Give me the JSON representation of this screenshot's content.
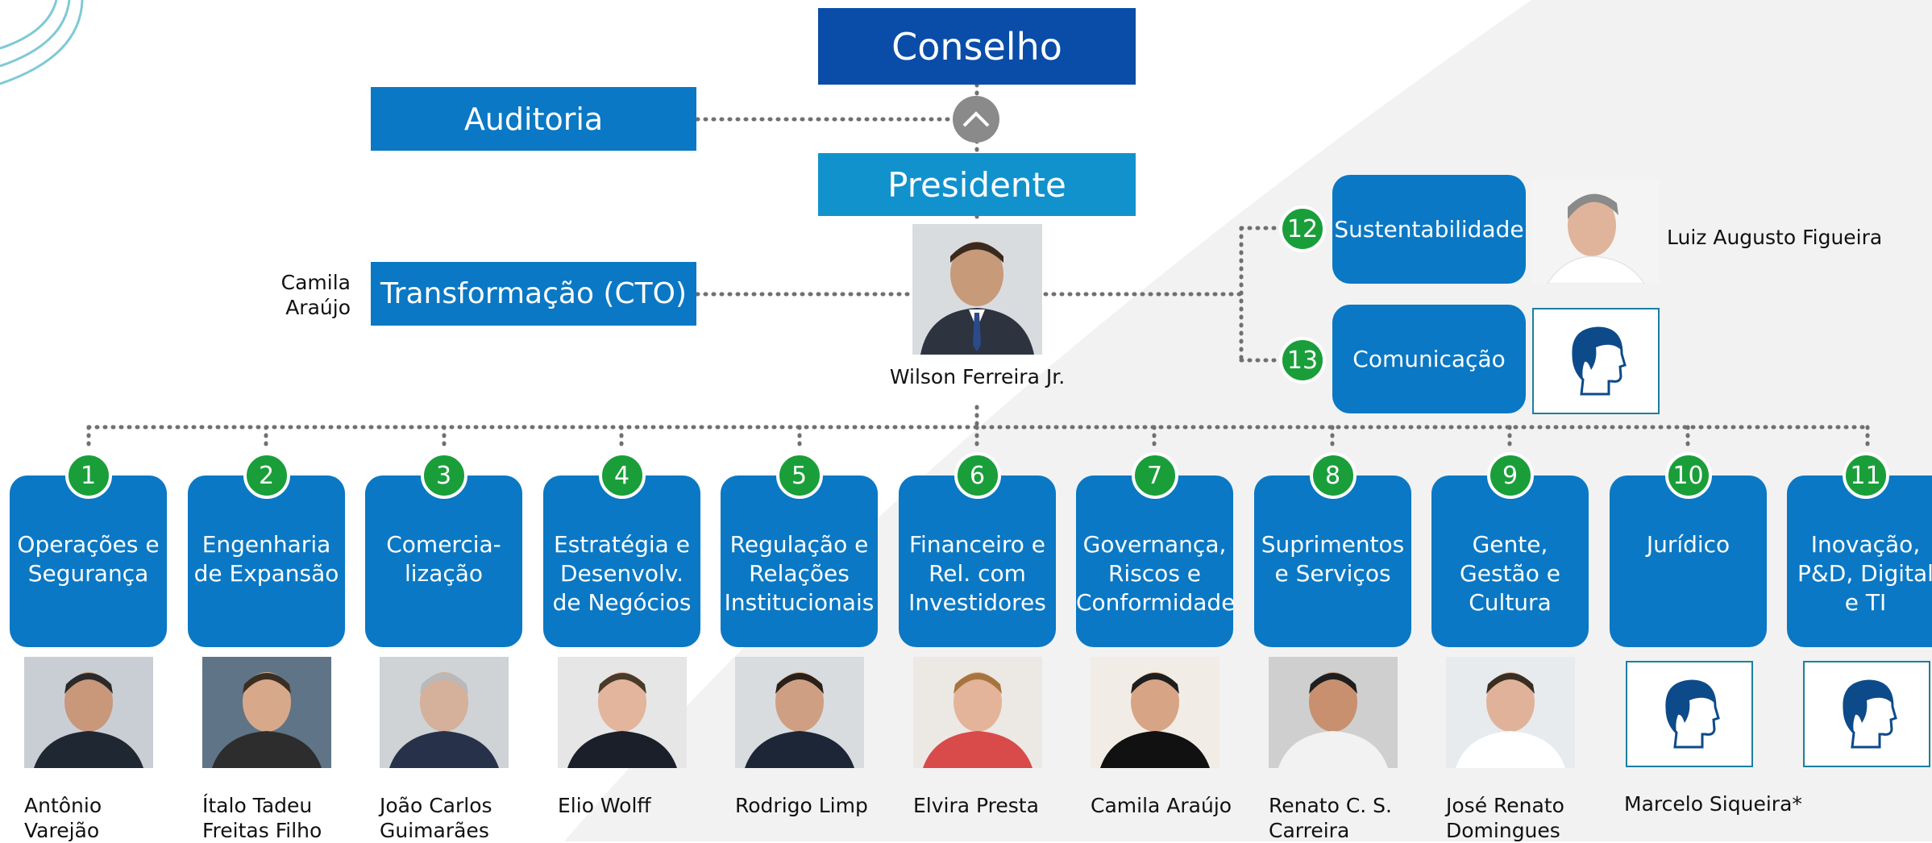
{
  "colors": {
    "conselho": "#0a4da8",
    "primary_box": "#0a78c4",
    "presidente": "#1192cd",
    "number_badge": "#1a9e3a",
    "connector": "#707070"
  },
  "top": {
    "conselho": "Conselho",
    "auditoria": "Auditoria",
    "presidente": "Presidente",
    "transformacao": "Transformação (CTO)",
    "transformacao_person": "Camila\nAraújo",
    "president_name": "Wilson Ferreira Jr."
  },
  "side": [
    {
      "number": "12",
      "label": "Sustentabilidade",
      "person": "Luiz Augusto Figueira"
    },
    {
      "number": "13",
      "label": "Comunicação",
      "person": ""
    }
  ],
  "directorates": [
    {
      "number": "1",
      "label": "Operações e\nSegurança",
      "person": "Antônio\nVarejão"
    },
    {
      "number": "2",
      "label": "Engenharia\nde Expansão",
      "person": "Ítalo Tadeu\nFreitas Filho"
    },
    {
      "number": "3",
      "label": "Comercia-\nlização",
      "person": "João Carlos\nGuimarães"
    },
    {
      "number": "4",
      "label": "Estratégia e\nDesenvolv.\nde Negócios",
      "person": "Elio Wolff"
    },
    {
      "number": "5",
      "label": "Regulação e\nRelações\nInstitucionais",
      "person": "Rodrigo Limp"
    },
    {
      "number": "6",
      "label": "Financeiro e\nRel. com\nInvestidores",
      "person": "Elvira Presta"
    },
    {
      "number": "7",
      "label": "Governança,\nRiscos e\nConformidade",
      "person": "Camila Araújo"
    },
    {
      "number": "8",
      "label": "Suprimentos\ne Serviços",
      "person": "Renato C. S.\nCarreira"
    },
    {
      "number": "9",
      "label": "Gente,\nGestão e\nCultura",
      "person": "José Renato\nDomingues"
    },
    {
      "number": "10",
      "label": "Jurídico",
      "person": "Marcelo Siqueira*"
    },
    {
      "number": "11",
      "label": "Inovação,\nP&D, Digital\ne TI",
      "person": ""
    }
  ]
}
